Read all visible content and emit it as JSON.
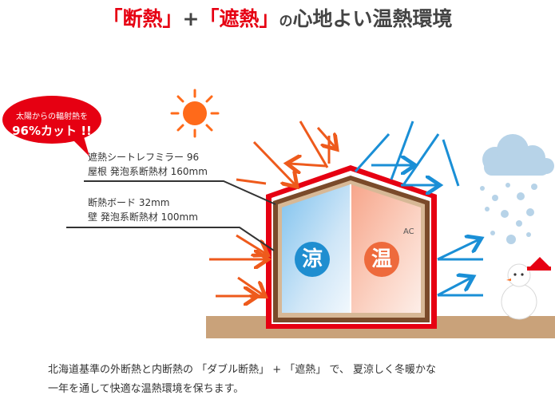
{
  "title": {
    "q1_open": "「",
    "term1": "断熱",
    "q1_close": "」",
    "plus": "+",
    "q2_open": "「",
    "term2": "遮熱",
    "q2_close": "」",
    "particle": "の",
    "rest": "心地よい温熱環境"
  },
  "bubble": {
    "line1": "太陽からの輻射熱を",
    "line2": "96%カット !!"
  },
  "labels": {
    "roof_line1": "遮熱シートレフミラー 96",
    "roof_line2": "屋根 発泡系断熱材 160mm",
    "wall_line1": "断熱ボード 32mm",
    "wall_line2": "壁 発泡系断熱材 100mm"
  },
  "rooms": {
    "cool": "涼",
    "warm": "温",
    "ac": "AC"
  },
  "footer": {
    "line1": "北海道基準の外断熱と内断熱の 「ダブル断熱」 + 「遮熱」 で、 夏涼しく冬暖かな",
    "line2": "一年を通して快適な温熱環境を保ちます。"
  },
  "colors": {
    "red": "#e60012",
    "orange_arrow": "#ee5a1c",
    "blue_arrow": "#1a8fd6",
    "house_brown": "#7a4a2a",
    "ground": "#c9a27a",
    "cool_badge": "#1f8ed0",
    "warm_badge": "#ee6a3c",
    "sun": "#ff6a1a",
    "cloud": "#b7d3e8"
  },
  "icons": [
    "sun-icon",
    "cloud-icon",
    "snowman-icon",
    "speech-bubble-icon"
  ]
}
